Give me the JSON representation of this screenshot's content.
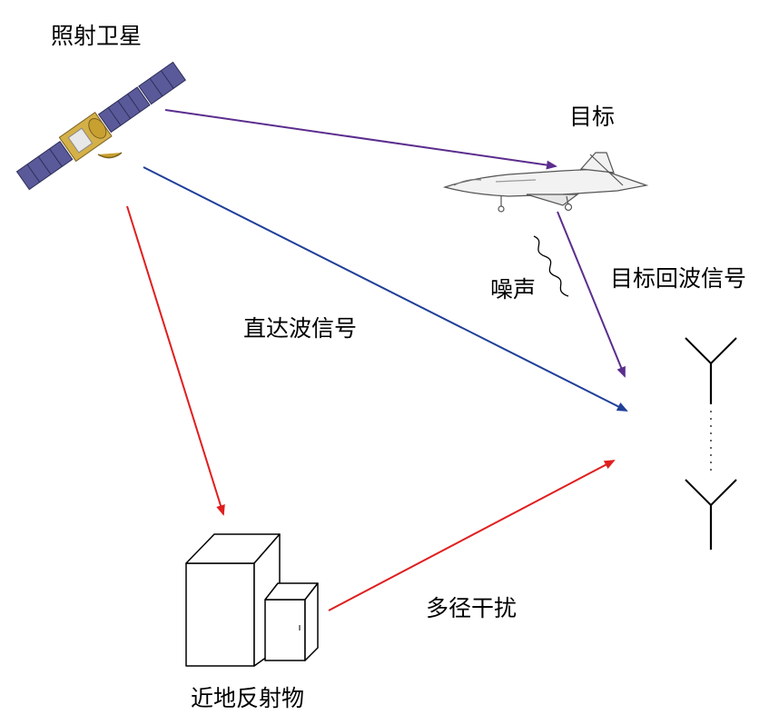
{
  "labels": {
    "satellite": "照射卫星",
    "target": "目标",
    "noise": "噪声",
    "echo_signal": "目标回波信号",
    "direct_signal": "直达波信号",
    "multipath": "多径干扰",
    "reflector": "近地反射物"
  },
  "colors": {
    "direct_path": "#1f3f99",
    "target_path": "#5b2d8e",
    "multipath_path": "#e01e1e",
    "satellite_panel": "#5a5a9a",
    "satellite_gold": "#c8a030",
    "outline": "#000000"
  },
  "icons": {
    "satellite": "satellite-icon",
    "target": "fighter-jet-icon",
    "reflector": "building-icon",
    "receiver": "antenna-array-icon",
    "noise": "noise-squiggle-icon"
  }
}
